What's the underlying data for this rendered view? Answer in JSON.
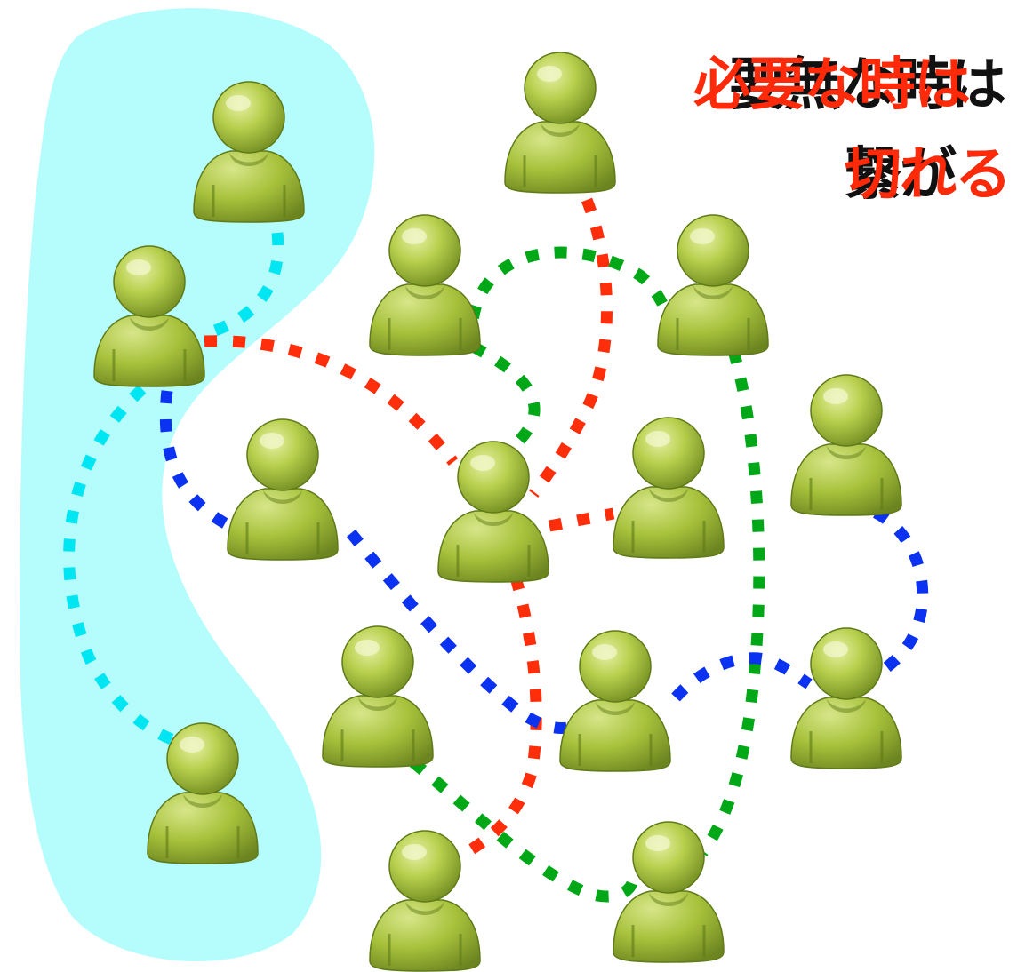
{
  "captions": {
    "black_line1": "要無な時は",
    "black_line2": "繋がる",
    "red_line1": "必要な時は",
    "red_line2": "切れる"
  },
  "colors": {
    "group_fill": "#b5fcfc",
    "cyan": "#00e5f2",
    "red": "#ff2e0a",
    "green": "#00a818",
    "blue": "#0a32f0",
    "person_light": "#cfe07a",
    "person_mid": "#a9c43d",
    "person_dark": "#7a9426",
    "caption_black": "#111111",
    "caption_red": "#ff2a0a"
  },
  "people": [
    {
      "id": "p1",
      "icon": "user-icon"
    },
    {
      "id": "p2",
      "icon": "user-icon"
    },
    {
      "id": "p3",
      "icon": "user-icon"
    },
    {
      "id": "p4",
      "icon": "user-icon"
    },
    {
      "id": "p5",
      "icon": "user-icon"
    },
    {
      "id": "p6",
      "icon": "user-icon"
    },
    {
      "id": "p7",
      "icon": "user-icon"
    },
    {
      "id": "p8",
      "icon": "user-icon"
    },
    {
      "id": "p9",
      "icon": "user-icon"
    },
    {
      "id": "p10",
      "icon": "user-icon"
    },
    {
      "id": "p11",
      "icon": "user-icon"
    },
    {
      "id": "p12",
      "icon": "user-icon"
    },
    {
      "id": "p13",
      "icon": "user-icon"
    },
    {
      "id": "p14",
      "icon": "user-icon"
    },
    {
      "id": "p15",
      "icon": "user-icon"
    },
    {
      "id": "p16",
      "icon": "user-icon"
    },
    {
      "id": "p17",
      "icon": "user-icon"
    }
  ],
  "links": [
    {
      "id": "cyan-1",
      "color": "cyan"
    },
    {
      "id": "cyan-2",
      "color": "cyan"
    },
    {
      "id": "red-1",
      "color": "red"
    },
    {
      "id": "red-2",
      "color": "red"
    },
    {
      "id": "red-3",
      "color": "red"
    },
    {
      "id": "red-4",
      "color": "red"
    },
    {
      "id": "green-1",
      "color": "green"
    },
    {
      "id": "green-2",
      "color": "green"
    },
    {
      "id": "green-3",
      "color": "green"
    },
    {
      "id": "blue-1",
      "color": "blue"
    },
    {
      "id": "blue-2",
      "color": "blue"
    },
    {
      "id": "blue-3",
      "color": "blue"
    }
  ]
}
